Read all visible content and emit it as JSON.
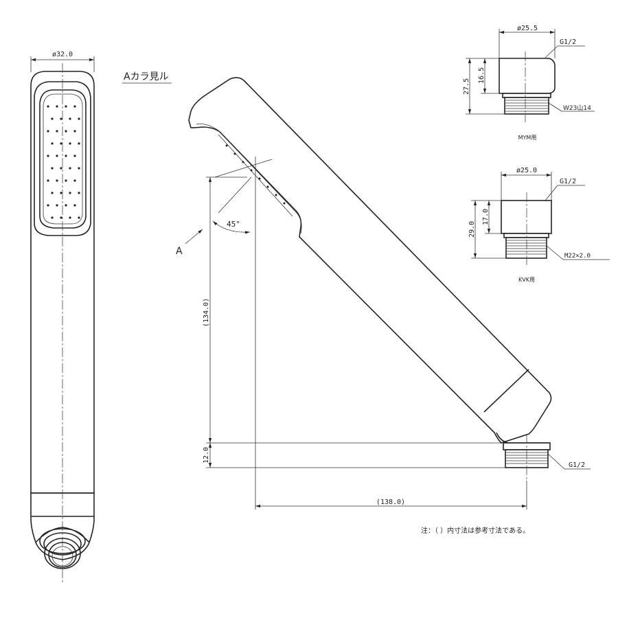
{
  "front_view": {
    "width_dim": "ø32.0",
    "view_label": "Aカラ見ル"
  },
  "side_view": {
    "angle": "45°",
    "arrow_label": "A",
    "height_dim": "(134.0)",
    "thread_dim": "12.0",
    "length_dim": "(138.0)",
    "thread_label": "G1/2"
  },
  "adapter_mym": {
    "diameter": "ø25.5",
    "thread": "G1/2",
    "total_height": "27.5",
    "body_height": "16.5",
    "bottom_thread": "W23山14",
    "caption": "MYM用"
  },
  "adapter_kvk": {
    "diameter": "ø25.0",
    "thread": "G1/2",
    "total_height": "29.0",
    "body_height": "17.0",
    "bottom_thread": "M22×2.0",
    "caption": "KVK用"
  },
  "note": "注：（ ）内寸法は参考寸法である。"
}
